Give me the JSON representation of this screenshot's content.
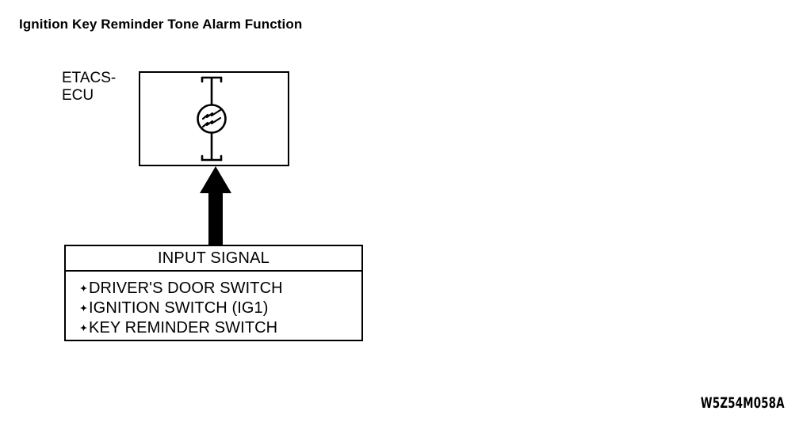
{
  "page": {
    "title": "Ignition Key Reminder Tone Alarm Function",
    "background_color": "#ffffff",
    "line_color": "#000000",
    "watermark_code": "W5Z54M058A"
  },
  "ecu": {
    "label_line1": "ETACS-",
    "label_line2": "ECU",
    "component_icon": "buzzer-symbol"
  },
  "flow": {
    "arrow_icon": "up-arrow-icon",
    "arrow_direction": "up"
  },
  "input_signal": {
    "header": "INPUT SIGNAL",
    "bullet": "✦",
    "items": [
      {
        "label": "DRIVER'S DOOR SWITCH"
      },
      {
        "label": "IGNITION SWITCH (IG1)"
      },
      {
        "label": "KEY REMINDER SWITCH"
      }
    ]
  }
}
